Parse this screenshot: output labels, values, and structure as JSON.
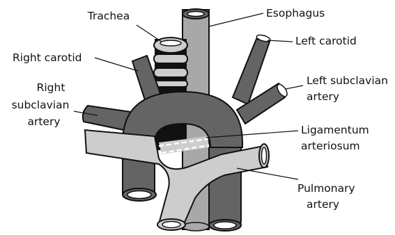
{
  "diagram": {
    "colors": {
      "vessel_dark": "#646464",
      "vessel_mid": "#a8a8a8",
      "vessel_light": "#cdcdcd",
      "outline": "#111111",
      "background": "#ffffff"
    },
    "labels": {
      "trachea": "Trachea",
      "esophagus": "Esophagus",
      "left_carotid": "Left carotid",
      "right_carotid": "Right carotid",
      "left_subclavian_line1": "Left subclavian",
      "left_subclavian_line2": "artery",
      "right_subclavian_line1": "Right",
      "right_subclavian_line2": "subclavian",
      "right_subclavian_line3": "artery",
      "ligamentum_line1": "Ligamentum",
      "ligamentum_line2": "arteriosum",
      "pulmonary_line1": "Pulmonary",
      "pulmonary_line2": "artery"
    }
  }
}
